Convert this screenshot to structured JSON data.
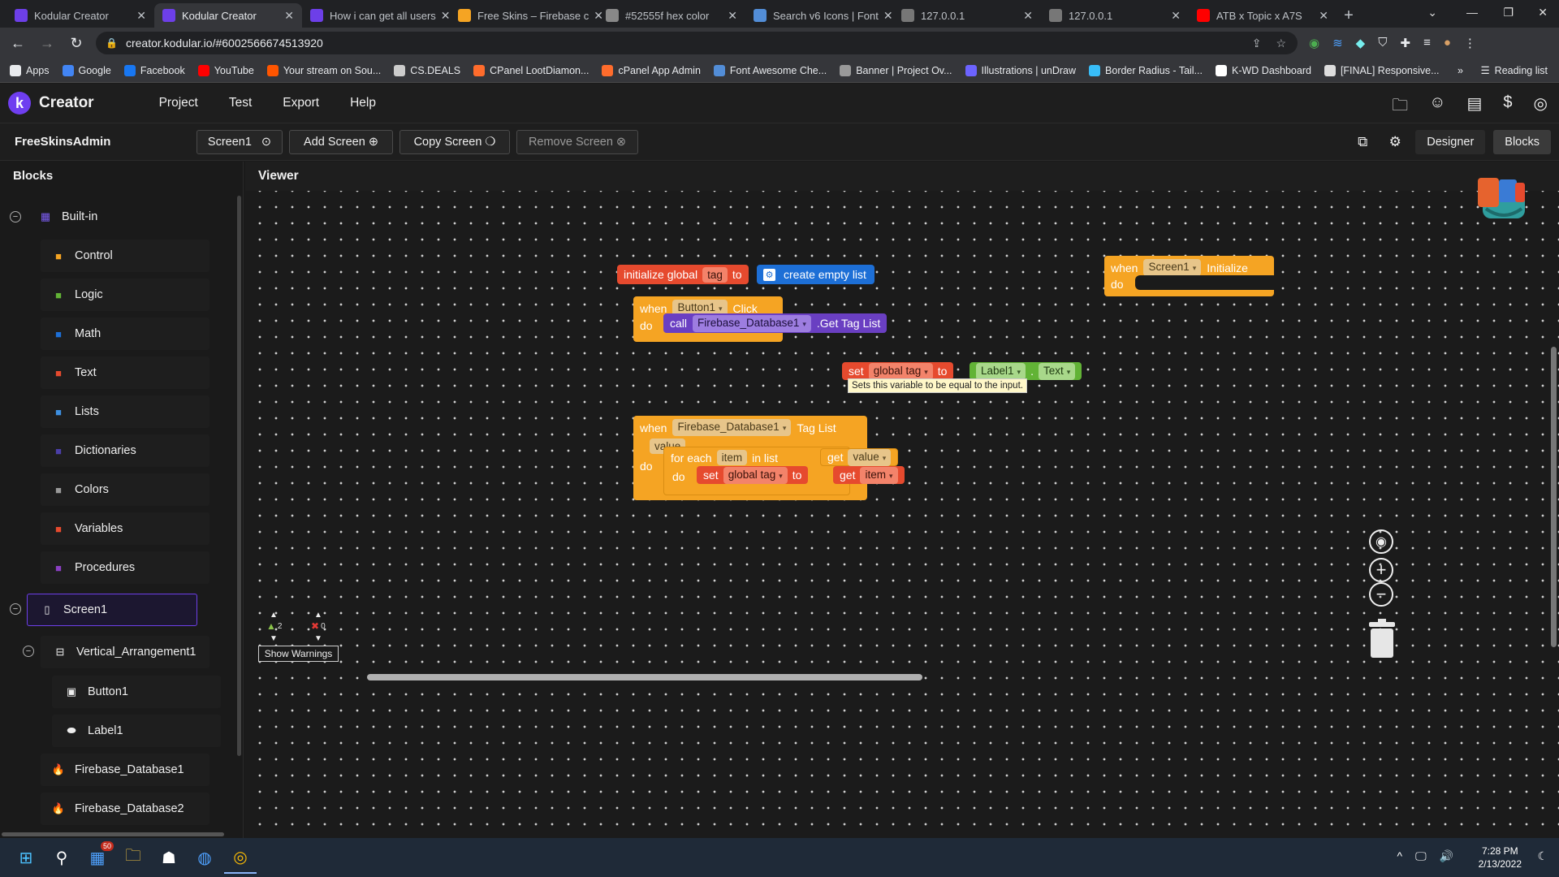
{
  "browser": {
    "tabs": [
      {
        "title": "Kodular Creator",
        "favicon": "kodular-icon",
        "active": false
      },
      {
        "title": "Kodular Creator",
        "favicon": "kodular-icon",
        "active": true
      },
      {
        "title": "How i can get all users",
        "favicon": "kodular-icon",
        "active": false
      },
      {
        "title": "Free Skins – Firebase c",
        "favicon": "firebase-icon",
        "active": false
      },
      {
        "title": "#52555f hex color",
        "favicon": "color-hex-icon",
        "active": false
      },
      {
        "title": "Search v6 Icons | Font",
        "favicon": "fontawesome-icon",
        "active": false
      },
      {
        "title": "127.0.0.1",
        "favicon": "local-server-icon",
        "active": false
      },
      {
        "title": "127.0.0.1",
        "favicon": "local-server-icon",
        "active": false
      },
      {
        "title": "ATB x Topic x A7S",
        "favicon": "youtube-icon",
        "active": false
      }
    ],
    "url": "creator.kodular.io/#6002566674513920",
    "bookmarks": [
      {
        "label": "Apps",
        "color": "#e8eaed"
      },
      {
        "label": "Google",
        "color": "#4285f4"
      },
      {
        "label": "Facebook",
        "color": "#1877f2"
      },
      {
        "label": "YouTube",
        "color": "#ff0000"
      },
      {
        "label": "Your stream on Sou...",
        "color": "#ff5500"
      },
      {
        "label": "CS.DEALS",
        "color": "#cccccc"
      },
      {
        "label": "CPanel LootDiamon...",
        "color": "#ff6c2c"
      },
      {
        "label": "cPanel App Admin",
        "color": "#ff6c2c"
      },
      {
        "label": "Font Awesome Che...",
        "color": "#528dd7"
      },
      {
        "label": "Banner | Project Ov...",
        "color": "#999999"
      },
      {
        "label": "Illustrations | unDraw",
        "color": "#6c63ff"
      },
      {
        "label": "Border Radius - Tail...",
        "color": "#38bdf8"
      },
      {
        "label": "K-WD Dashboard",
        "color": "#ffffff"
      },
      {
        "label": "[FINAL] Responsive...",
        "color": "#dddddd"
      }
    ],
    "reading_list": "Reading list"
  },
  "app": {
    "name": "Creator",
    "menu": [
      "Project",
      "Test",
      "Export",
      "Help"
    ],
    "project_name": "FreeSkinsAdmin",
    "screen_select": "Screen1",
    "add_screen": "Add Screen",
    "copy_screen": "Copy Screen",
    "remove_screen": "Remove Screen",
    "mode_designer": "Designer",
    "mode_blocks": "Blocks",
    "accent": "#6d3fe8"
  },
  "blocks_panel": {
    "title": "Blocks",
    "builtin": "Built-in",
    "builtin_items": [
      {
        "label": "Control",
        "color": "#f5a423"
      },
      {
        "label": "Logic",
        "color": "#62b336"
      },
      {
        "label": "Math",
        "color": "#1d6fd6"
      },
      {
        "label": "Text",
        "color": "#e64a2e"
      },
      {
        "label": "Lists",
        "color": "#3d8fe0"
      },
      {
        "label": "Dictionaries",
        "color": "#4b3fa8"
      },
      {
        "label": "Colors",
        "color": "#999999"
      },
      {
        "label": "Variables",
        "color": "#e64a2e"
      },
      {
        "label": "Procedures",
        "color": "#8a3fc2"
      }
    ],
    "screen": "Screen1",
    "arrangement": "Vertical_Arrangement1",
    "children": [
      "Button1",
      "Label1"
    ],
    "firebase": [
      "Firebase_Database1",
      "Firebase_Database2"
    ]
  },
  "viewer": {
    "title": "Viewer",
    "b1": {
      "init": "initialize global",
      "var": "tag",
      "to": "to",
      "list": "create empty list"
    },
    "b2": {
      "when": "when",
      "comp": "Screen1",
      "event": "Initialize",
      "do": "do"
    },
    "b3": {
      "when": "when",
      "comp": "Button1",
      "event": "Click",
      "do": "do",
      "call": "call",
      "db": "Firebase_Database1",
      "method": ".Get Tag List"
    },
    "b4": {
      "set": "set",
      "var": "global tag",
      "to": "to",
      "comp": "Label1",
      "dot": ".",
      "prop": "Text",
      "tooltip": "Sets this variable to be equal to the input."
    },
    "b5": {
      "when": "when",
      "comp": "Firebase_Database1",
      "event": "Tag List",
      "param": "value",
      "do": "do",
      "foreach": "for each",
      "item": "item",
      "inlist": "in list",
      "get": "get",
      "getval": "value",
      "do2": "do",
      "set": "set",
      "setvar": "global tag",
      "to": "to",
      "get2": "get",
      "getitem": "item"
    },
    "warnings_count": "2",
    "errors_count": "0",
    "show_warnings": "Show Warnings"
  },
  "taskbar": {
    "badge": "50",
    "time": "7:28 PM",
    "date": "2/13/2022"
  }
}
